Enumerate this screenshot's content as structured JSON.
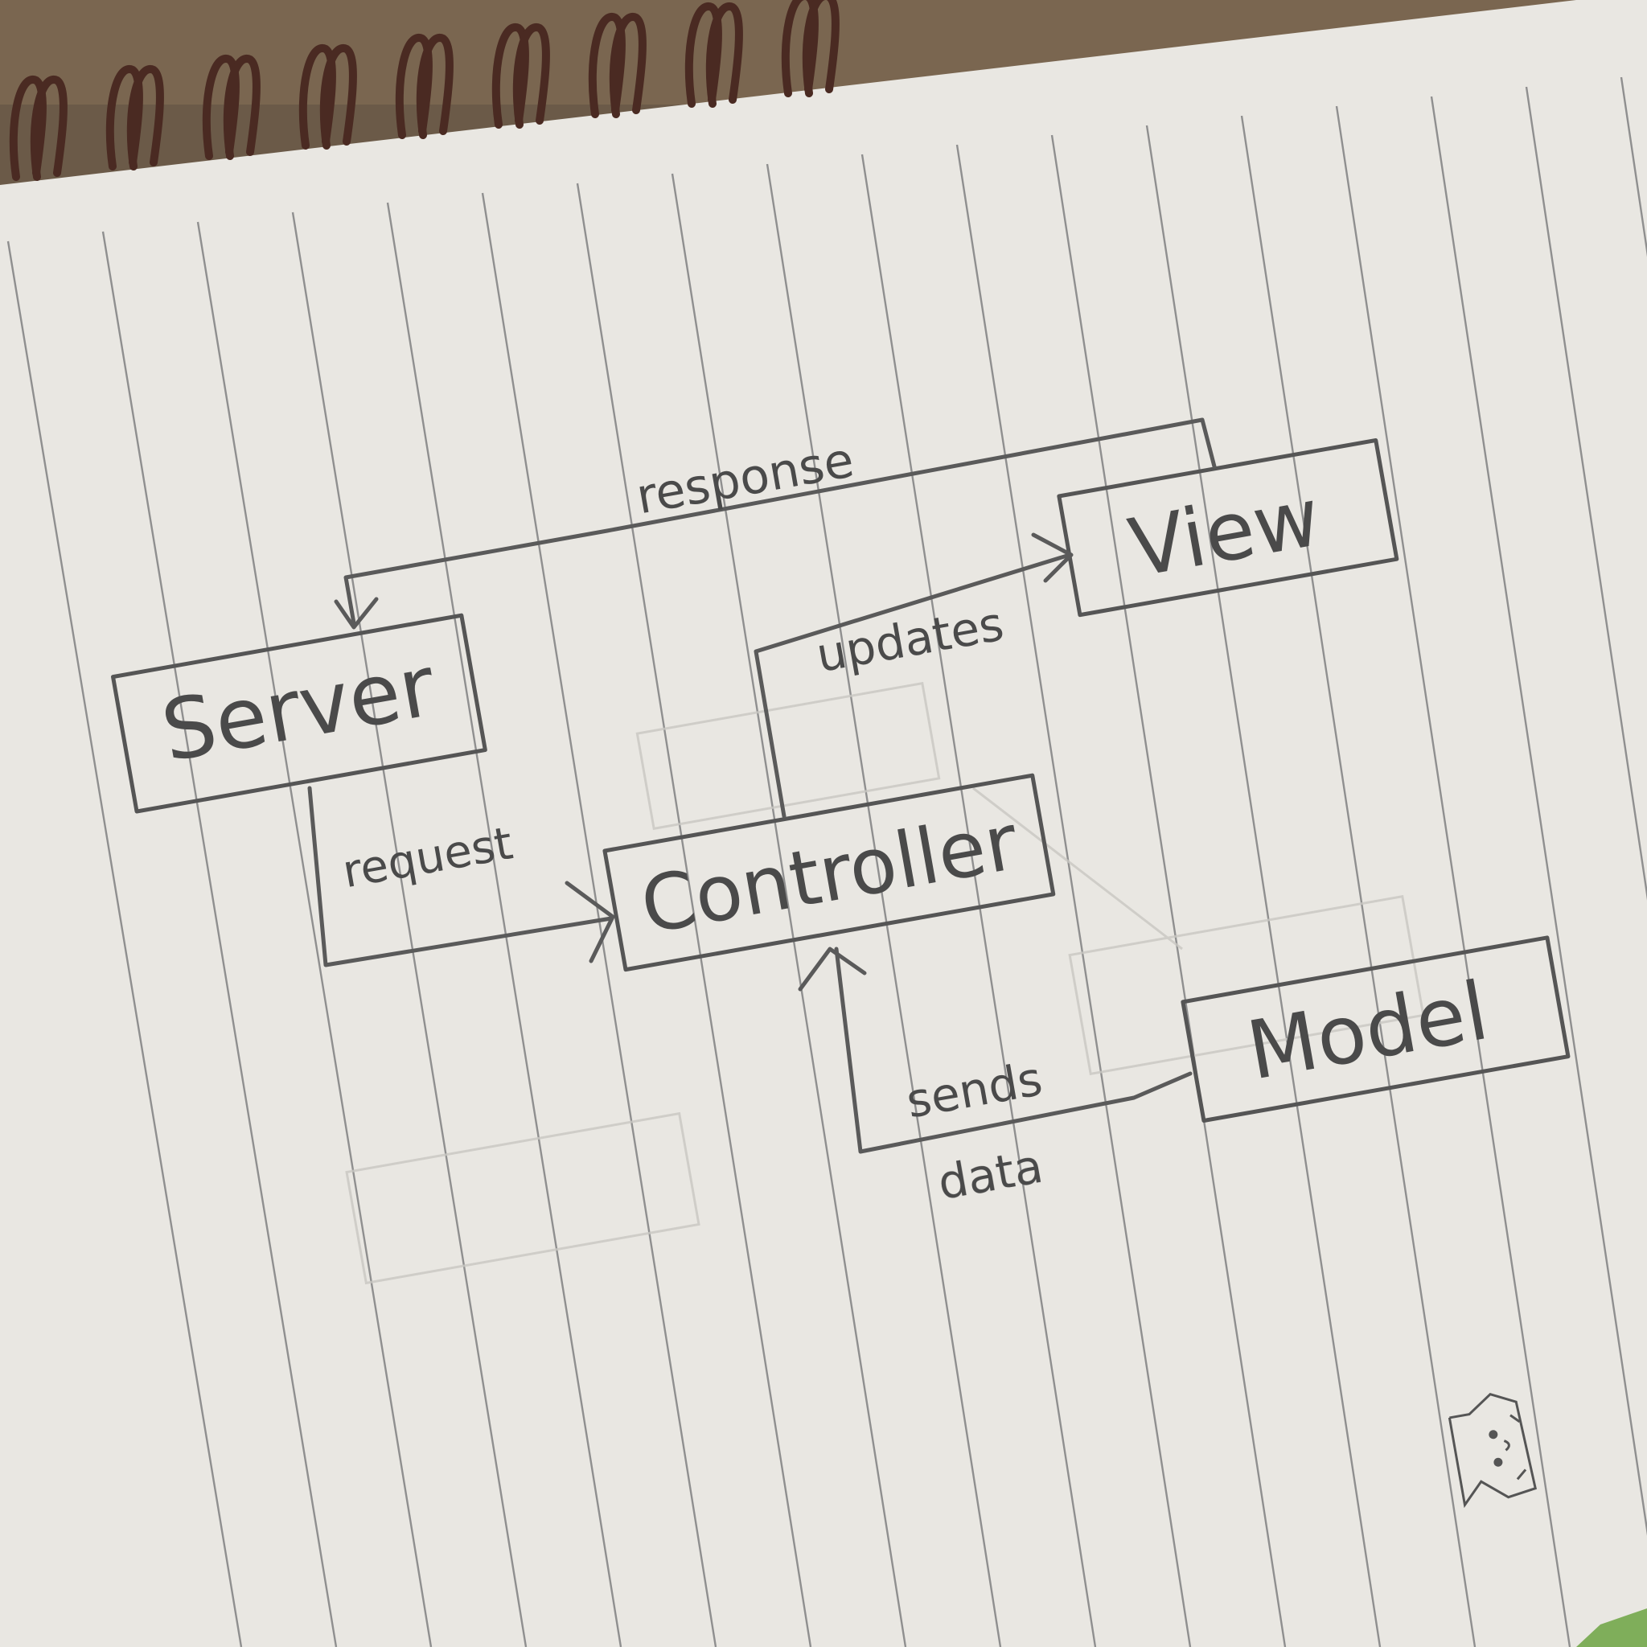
{
  "nodes": {
    "server": "Server",
    "controller": "Controller",
    "view": "View",
    "model": "Model"
  },
  "edges": {
    "response": "response",
    "request": "request",
    "updates": "updates",
    "sends_data_line1": "sends",
    "sends_data_line2": "data"
  },
  "colors": {
    "paper": "#e9e7e2",
    "rule_line": "#8f8f8f",
    "pencil": "#4a4a4a",
    "spiral": "#4a2a22",
    "desk": "#6b5a48"
  },
  "decoration": {
    "corner_doodle": "cat-face-doodle-icon"
  }
}
